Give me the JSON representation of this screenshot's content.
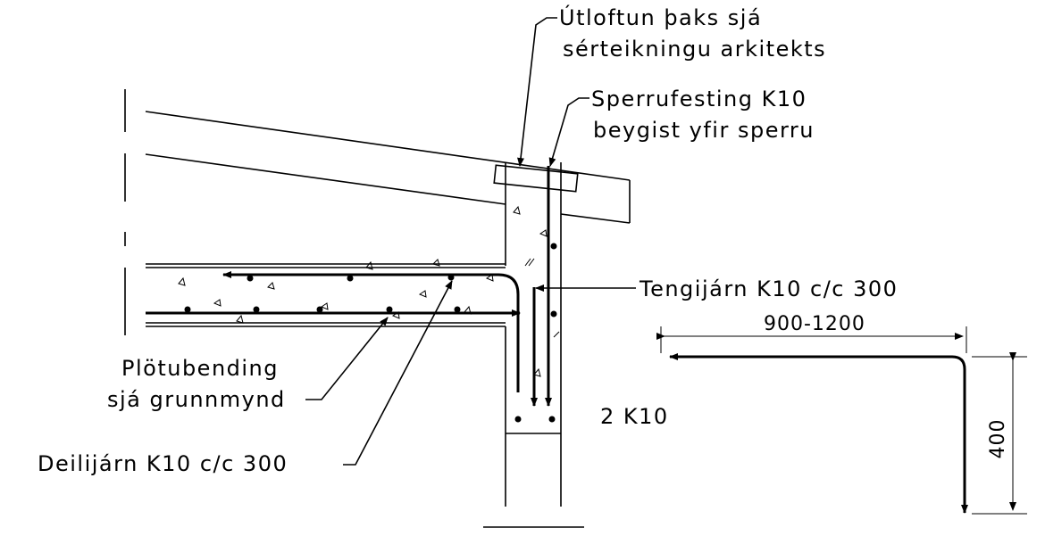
{
  "labels": {
    "utloftun_line1": "Útloftun þaks sjá",
    "utloftun_line2": "sérteikningu arkitekts",
    "sperrufesting_line1": "Sperrufesting K10",
    "sperrufesting_line2": "beygist yfir sperru",
    "tengijarn": "Tengijárn K10 c/c 300",
    "plotubending_line1": "Plötubending",
    "plotubending_line2": "sjá grunnmynd",
    "deilijarn": "Deilijárn K10 c/c 300",
    "bars": "2 K10"
  },
  "bar_detail": {
    "horizontal_dimension": "900-1200",
    "vertical_dimension": "400"
  },
  "colors": {
    "ink": "#000000",
    "paper": "#ffffff"
  }
}
